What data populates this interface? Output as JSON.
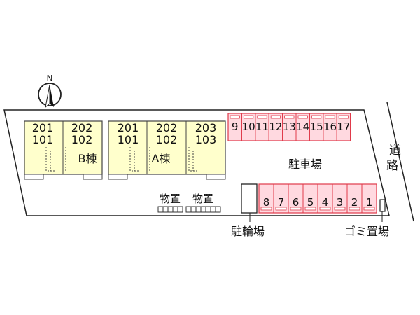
{
  "compass": {
    "label": "N",
    "icon": "north-arrow-icon"
  },
  "building_b": {
    "label": "B棟",
    "top_units": [
      "201",
      "202"
    ],
    "bottom_units": [
      "101",
      "102"
    ]
  },
  "building_a": {
    "label": "A棟",
    "top_units": [
      "201",
      "202",
      "203"
    ],
    "bottom_units": [
      "101",
      "102",
      "103"
    ]
  },
  "parking": {
    "label": "駐車場",
    "top_row": [
      "9",
      "10",
      "11",
      "12",
      "13",
      "14",
      "15",
      "16",
      "17"
    ],
    "bottom_row": [
      "8",
      "7",
      "6",
      "5",
      "4",
      "3",
      "2",
      "1"
    ]
  },
  "storage": [
    "物置",
    "物置"
  ],
  "bike_parking": {
    "label": "駐輪場"
  },
  "garbage": {
    "label": "ゴミ置場"
  },
  "road": {
    "label": "道路"
  },
  "colors": {
    "building_fill": "#ffffcc",
    "parking_fill": "#ffd9e0",
    "parking_stroke": "#e03a4a",
    "line": "#222222"
  }
}
